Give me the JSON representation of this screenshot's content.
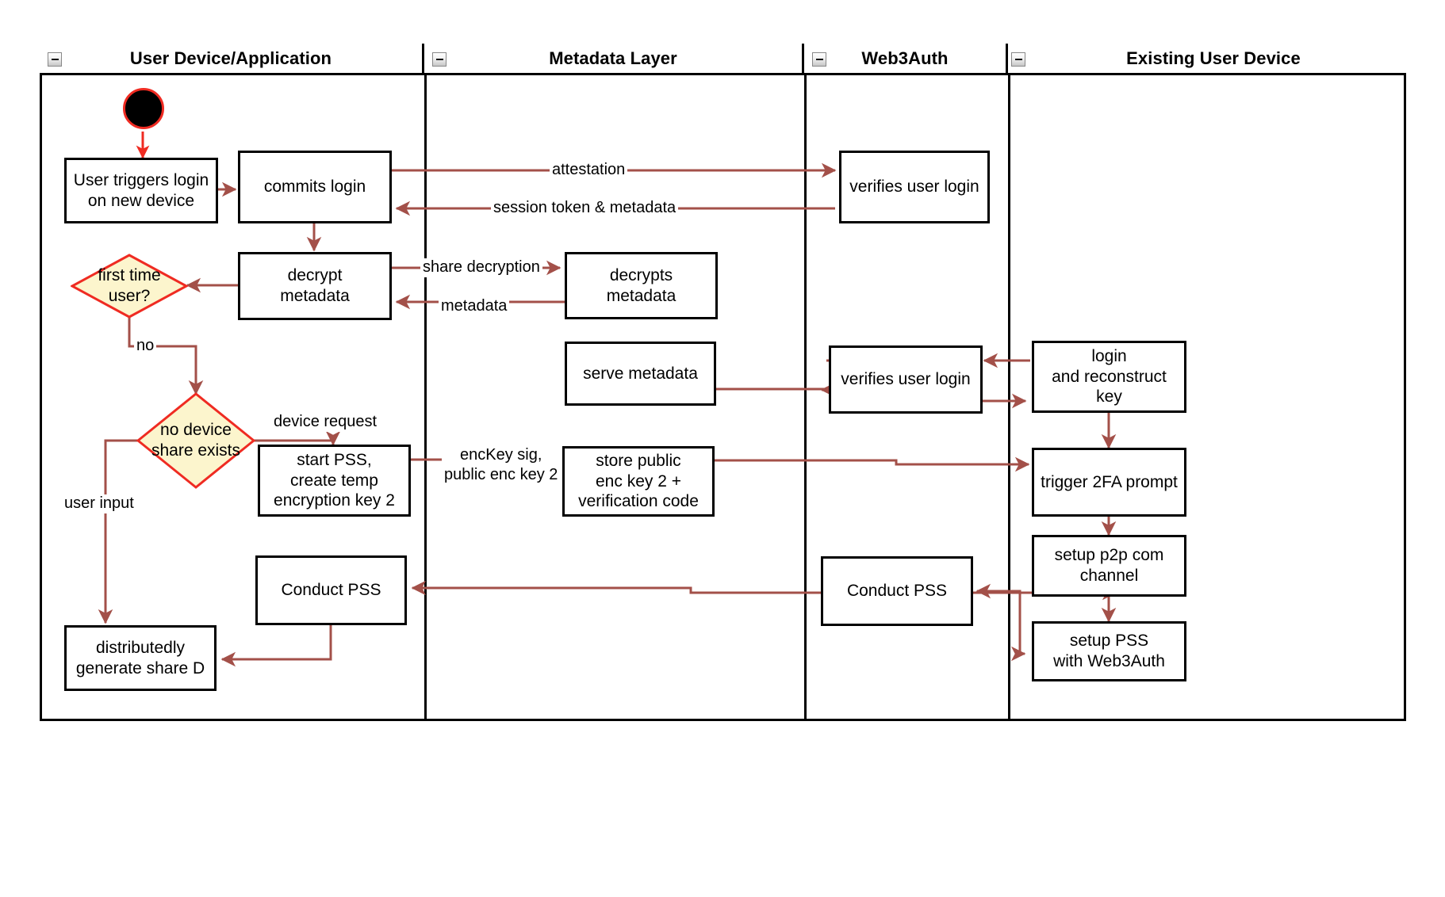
{
  "diagram": {
    "type": "swimlane-activity-diagram",
    "title": "Web3Auth new-device login / PSS flow",
    "colors": {
      "lane_border": "#000000",
      "node_border": "#000000",
      "node_fill": "#ffffff",
      "decision_border": "#ef2b22",
      "decision_fill": "#fcf5cd",
      "arrow": "#a35049",
      "start_node_fill": "#000000",
      "start_node_border": "#ef2b22",
      "text": "#000000",
      "background": "#ffffff"
    },
    "lanes": [
      {
        "id": "lane-user-device",
        "label": "User Device/Application",
        "collapse_icon": "minus-icon"
      },
      {
        "id": "lane-metadata",
        "label": "Metadata Layer",
        "collapse_icon": "minus-icon"
      },
      {
        "id": "lane-web3auth",
        "label": "Web3Auth",
        "collapse_icon": "minus-icon"
      },
      {
        "id": "lane-existing-device",
        "label": "Existing User Device",
        "collapse_icon": "minus-icon"
      }
    ],
    "nodes": {
      "start": {
        "shape": "start-circle",
        "label": "",
        "lane": "lane-user-device"
      },
      "user_triggers_login": {
        "shape": "rect",
        "label": "User triggers login\non new device",
        "lane": "lane-user-device"
      },
      "commits_login": {
        "shape": "rect",
        "label": "commits login",
        "lane": "lane-user-device"
      },
      "decrypt_metadata": {
        "shape": "rect",
        "label": "decrypt\nmetadata",
        "lane": "lane-user-device"
      },
      "first_time_user": {
        "shape": "diamond",
        "label": "first time\nuser?",
        "lane": "lane-user-device"
      },
      "no_device_share": {
        "shape": "diamond",
        "label": "no device\nshare exists",
        "lane": "lane-user-device"
      },
      "start_pss": {
        "shape": "rect",
        "label": "start PSS,\ncreate temp\nencryption key 2",
        "lane": "lane-user-device"
      },
      "conduct_pss_user": {
        "shape": "rect",
        "label": "Conduct PSS",
        "lane": "lane-user-device"
      },
      "distributedly_generate": {
        "shape": "rect",
        "label": "distributedly\ngenerate share D",
        "lane": "lane-user-device"
      },
      "decrypts_metadata": {
        "shape": "rect",
        "label": "decrypts\nmetadata",
        "lane": "lane-metadata"
      },
      "serve_metadata": {
        "shape": "rect",
        "label": "serve metadata",
        "lane": "lane-metadata"
      },
      "store_public_enc": {
        "shape": "rect",
        "label": "store public\nenc key 2 +\nverification code",
        "lane": "lane-metadata"
      },
      "verifies_user_login_top": {
        "shape": "rect",
        "label": "verifies user login",
        "lane": "lane-web3auth"
      },
      "verifies_user_login_mid": {
        "shape": "rect",
        "label": "verifies user login",
        "lane": "lane-web3auth"
      },
      "conduct_pss_web3auth": {
        "shape": "rect",
        "label": "Conduct PSS",
        "lane": "lane-web3auth"
      },
      "login_reconstruct": {
        "shape": "rect",
        "label": "login\nand reconstruct key",
        "lane": "lane-existing-device"
      },
      "trigger_2fa": {
        "shape": "rect",
        "label": "trigger 2FA prompt",
        "lane": "lane-existing-device"
      },
      "setup_p2p": {
        "shape": "rect",
        "label": "setup p2p com\nchannel",
        "lane": "lane-existing-device"
      },
      "setup_pss_web3auth": {
        "shape": "rect",
        "label": "setup PSS\nwith Web3Auth",
        "lane": "lane-existing-device"
      }
    },
    "edge_labels": {
      "attestation": "attestation",
      "session_token": "session token & metadata",
      "share_decryption": "share decryption",
      "metadata": "metadata",
      "no": "no",
      "device_request": "device request",
      "user_input": "user input",
      "enc_key_sig": "encKey sig,\npublic enc key 2"
    },
    "edges": [
      {
        "from": "start",
        "to": "user_triggers_login",
        "label": ""
      },
      {
        "from": "user_triggers_login",
        "to": "commits_login",
        "label": ""
      },
      {
        "from": "commits_login",
        "to": "verifies_user_login_top",
        "label": "attestation"
      },
      {
        "from": "verifies_user_login_top",
        "to": "commits_login",
        "label": "session token & metadata"
      },
      {
        "from": "commits_login",
        "to": "decrypt_metadata",
        "label": ""
      },
      {
        "from": "decrypt_metadata",
        "to": "decrypts_metadata",
        "label": "share decryption"
      },
      {
        "from": "decrypts_metadata",
        "to": "decrypt_metadata",
        "label": "metadata"
      },
      {
        "from": "decrypt_metadata",
        "to": "first_time_user",
        "label": ""
      },
      {
        "from": "first_time_user",
        "to": "no_device_share",
        "label": "no"
      },
      {
        "from": "no_device_share",
        "to": "start_pss",
        "label": "device request"
      },
      {
        "from": "no_device_share",
        "to": "distributedly_generate",
        "label": "user input"
      },
      {
        "from": "start_pss",
        "to": "store_public_enc",
        "label": "encKey sig,\npublic enc key 2"
      },
      {
        "from": "store_public_enc",
        "to": "trigger_2fa",
        "label": ""
      },
      {
        "from": "login_reconstruct",
        "to": "verifies_user_login_mid",
        "label": ""
      },
      {
        "from": "verifies_user_login_mid",
        "to": "serve_metadata",
        "label": ""
      },
      {
        "from": "serve_metadata",
        "to": "verifies_user_login_mid",
        "label": ""
      },
      {
        "from": "verifies_user_login_mid",
        "to": "login_reconstruct",
        "label": ""
      },
      {
        "from": "login_reconstruct",
        "to": "trigger_2fa",
        "label": ""
      },
      {
        "from": "trigger_2fa",
        "to": "setup_p2p",
        "label": ""
      },
      {
        "from": "setup_p2p",
        "to": "setup_pss_web3auth",
        "label": ""
      },
      {
        "from": "setup_pss_web3auth",
        "to": "conduct_pss_web3auth",
        "label": ""
      },
      {
        "from": "conduct_pss_web3auth",
        "to": "conduct_pss_user",
        "label": ""
      },
      {
        "from": "conduct_pss_user",
        "to": "distributedly_generate",
        "label": ""
      }
    ]
  }
}
